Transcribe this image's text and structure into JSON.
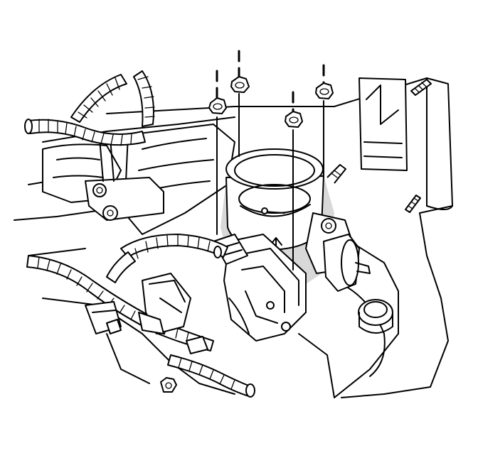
{
  "diagram": {
    "parts": {
      "throttle_body": "throttle-body",
      "fasteners": [
        "throttle-body-nut",
        "throttle-body-nut",
        "throttle-body-nut",
        "throttle-body-nut"
      ],
      "studs": [
        "mounting-stud",
        "mounting-stud"
      ],
      "harness": "wiring-harness",
      "connector": "electrical-connector",
      "bracket": "harness-bracket",
      "sensor": "throttle-position-sensor"
    },
    "colors": {
      "line": "#000000",
      "background": "#ffffff",
      "shade": "#d8d8d8"
    }
  }
}
